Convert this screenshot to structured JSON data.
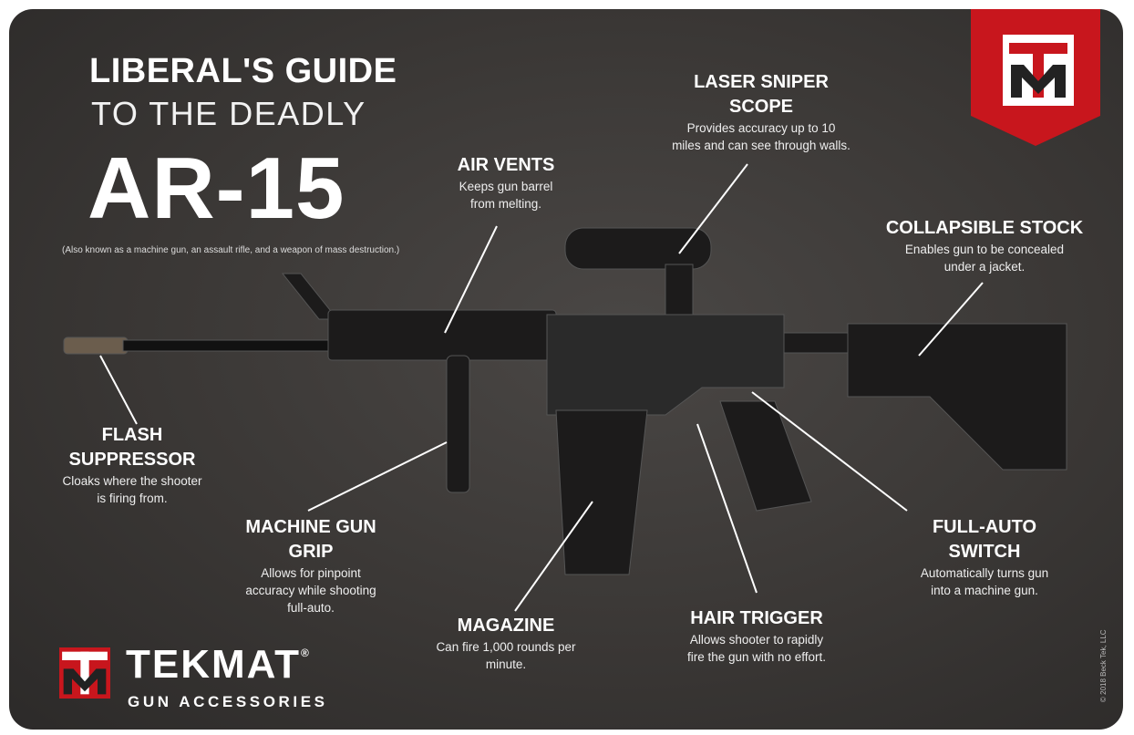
{
  "title": {
    "line1": "LIBERAL'S GUIDE",
    "line2": "TO THE DEADLY",
    "line3": "AR-15",
    "subtitle": "(Also known as a machine gun, an assault rifle, and a weapon of mass destruction.)"
  },
  "callouts": [
    {
      "id": "laser-sniper-scope",
      "heading1": "LASER SNIPER",
      "heading2": "SCOPE",
      "desc1": "Provides accuracy up to 10",
      "desc2": "miles and can see through walls."
    },
    {
      "id": "air-vents",
      "heading1": "AIR VENTS",
      "desc1": "Keeps gun barrel",
      "desc2": "from melting."
    },
    {
      "id": "collapsible-stock",
      "heading1": "COLLAPSIBLE STOCK",
      "desc1": "Enables gun to be concealed",
      "desc2": "under a jacket."
    },
    {
      "id": "flash-suppressor",
      "heading1": "FLASH",
      "heading2": "SUPPRESSOR",
      "desc1": "Cloaks where the shooter",
      "desc2": "is firing from."
    },
    {
      "id": "machine-gun-grip",
      "heading1": "MACHINE GUN",
      "heading2": "GRIP",
      "desc1": "Allows for pinpoint",
      "desc2": "accuracy while shooting",
      "desc3": "full-auto."
    },
    {
      "id": "magazine",
      "heading1": "MAGAZINE",
      "desc1": "Can fire 1,000 rounds per",
      "desc2": "minute."
    },
    {
      "id": "hair-trigger",
      "heading1": "HAIR TRIGGER",
      "desc1": "Allows shooter to rapidly",
      "desc2": "fire the gun with no effort."
    },
    {
      "id": "full-auto-switch",
      "heading1": "FULL-AUTO",
      "heading2": "SWITCH",
      "desc1": "Automatically turns gun",
      "desc2": "into a machine gun."
    }
  ],
  "brand": {
    "name": "TEKMAT",
    "registered": "®",
    "tagline": "GUN ACCESSORIES",
    "logo_text": "TM"
  },
  "copyright": "© 2018 Beck Tek, LLC",
  "colors": {
    "mat": "#3a3735",
    "accent": "#c8161d",
    "text": "#ffffff"
  }
}
